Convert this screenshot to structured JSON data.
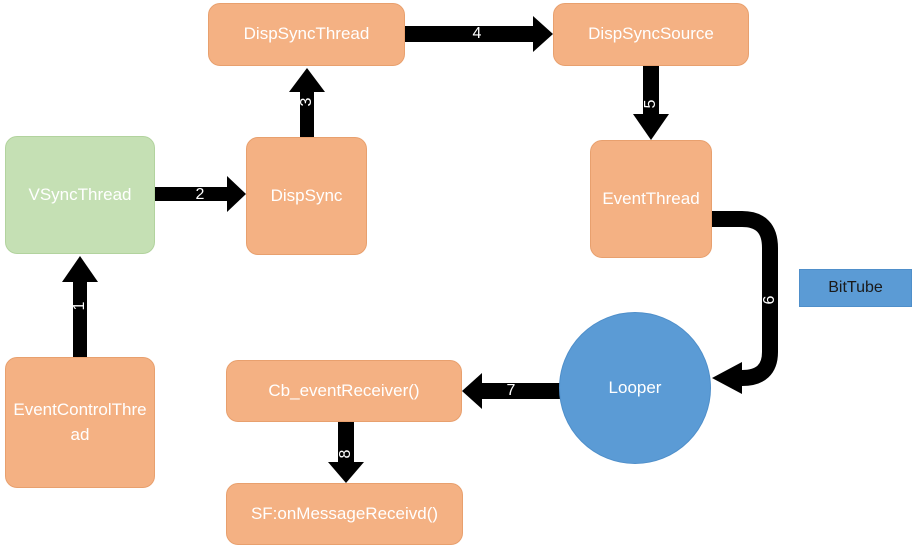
{
  "nodes": {
    "vsync_thread": "VSyncThread",
    "disp_sync": "DispSync",
    "disp_sync_thread": "DispSyncThread",
    "disp_sync_source": "DispSyncSource",
    "event_thread": "EventThread",
    "event_control_thread": "EventControlThread",
    "looper": "Looper",
    "bit_tube": "BitTube",
    "cb_event_receiver": "Cb_eventReceiver()",
    "sf_on_message_received": "SF:onMessageReceivd()"
  },
  "arrows": {
    "a1": "1",
    "a2": "2",
    "a3": "3",
    "a4": "4",
    "a5": "5",
    "a6": "6",
    "a7": "7",
    "a8": "8"
  },
  "colors": {
    "process_box": "#f4b183",
    "vsync_box": "#c5e0b4",
    "looper_and_bittube": "#5b9bd5",
    "arrow": "#000000"
  }
}
